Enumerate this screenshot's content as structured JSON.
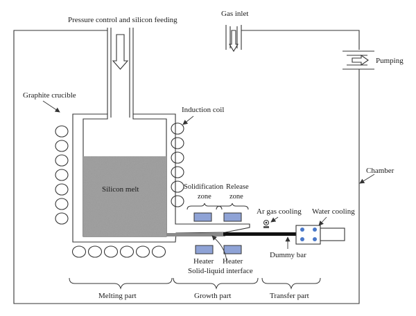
{
  "labels": {
    "pressure_control": "Pressure control and silicon feeding",
    "gas_inlet": "Gas inlet",
    "pumping": "Pumping",
    "graphite_crucible": "Graphite crucible",
    "induction_coil": "Induction coil",
    "chamber": "Chamber",
    "silicon_melt": "Silicon melt",
    "solidification_zone_line1": "Solidification",
    "solidification_zone_line2": "zone",
    "release_zone_line1": "Release",
    "release_zone_line2": "zone",
    "ar_gas_cooling": "Ar gas cooling",
    "water_cooling": "Water cooling",
    "dummy_bar": "Dummy bar",
    "heater_left": "Heater",
    "heater_right": "Heater",
    "solid_liquid_interface": "Solid-liquid interface",
    "melting_part": "Melting part",
    "growth_part": "Growth part",
    "transfer_part": "Transfer part"
  },
  "colors": {
    "heater_fill": "#8fa3d6",
    "cooling_dot": "#4a78c8",
    "dummy_bar": "#111111",
    "melt_base": "#9a9a9a"
  }
}
